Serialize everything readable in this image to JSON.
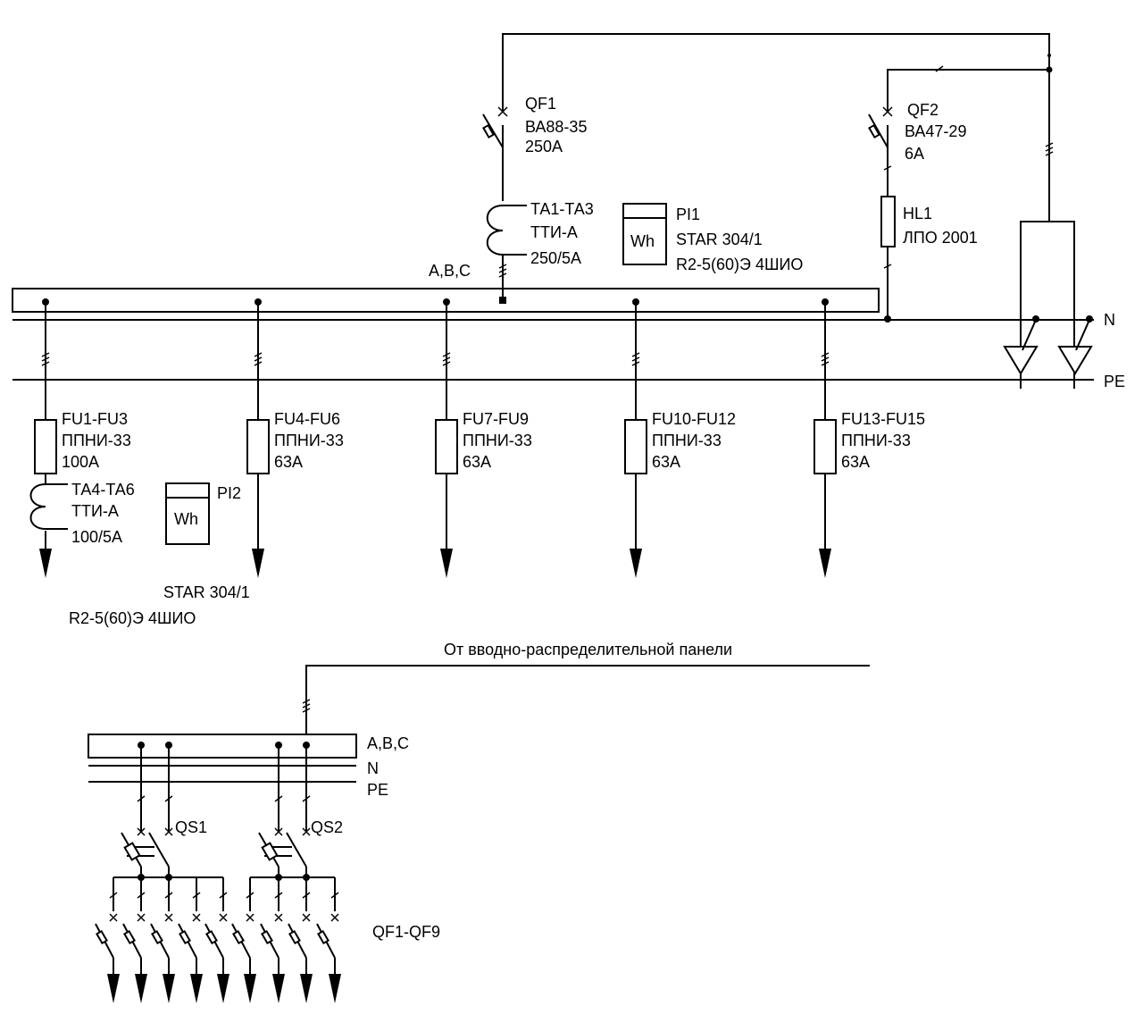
{
  "top": {
    "bus_label": "A,B,C",
    "n_label": "N",
    "pe_label": "PE",
    "qf1": {
      "name": "QF1",
      "type": "ВА88-35",
      "rating": "250А"
    },
    "ta1": {
      "name": "ТА1-ТА3",
      "type": "ТТИ-А",
      "ratio": "250/5А"
    },
    "pi1": {
      "name": "PI1",
      "type": "STAR 304/1",
      "spec": "R2-5(60)Э 4ШИО",
      "symbol": "Wh"
    },
    "qf2": {
      "name": "QF2",
      "type": "ВА47-29",
      "rating": "6А"
    },
    "hl1": {
      "name": "HL1",
      "type": "ЛПО 2001"
    },
    "feeders": [
      {
        "name": "FU1-FU3",
        "type": "ППНИ-33",
        "rating": "100А"
      },
      {
        "name": "FU4-FU6",
        "type": "ППНИ-33",
        "rating": "63А"
      },
      {
        "name": "FU7-FU9",
        "type": "ППНИ-33",
        "rating": "63А"
      },
      {
        "name": "FU10-FU12",
        "type": "ППНИ-33",
        "rating": "63А"
      },
      {
        "name": "FU13-FU15",
        "type": "ППНИ-33",
        "rating": "63А"
      }
    ],
    "ta4": {
      "name": "ТА4-ТА6",
      "type": "ТТИ-А",
      "ratio": "100/5А"
    },
    "pi2": {
      "name": "PI2",
      "type": "STAR 304/1",
      "spec": "R2-5(60)Э 4ШИО",
      "symbol": "Wh"
    }
  },
  "bottom": {
    "source_label": "От вводно-распределительной панели",
    "bus_label": "A,B,C",
    "n_label": "N",
    "pe_label": "PE",
    "qs1": "QS1",
    "qs2": "QS2",
    "breakers_label": "QF1-QF9"
  }
}
